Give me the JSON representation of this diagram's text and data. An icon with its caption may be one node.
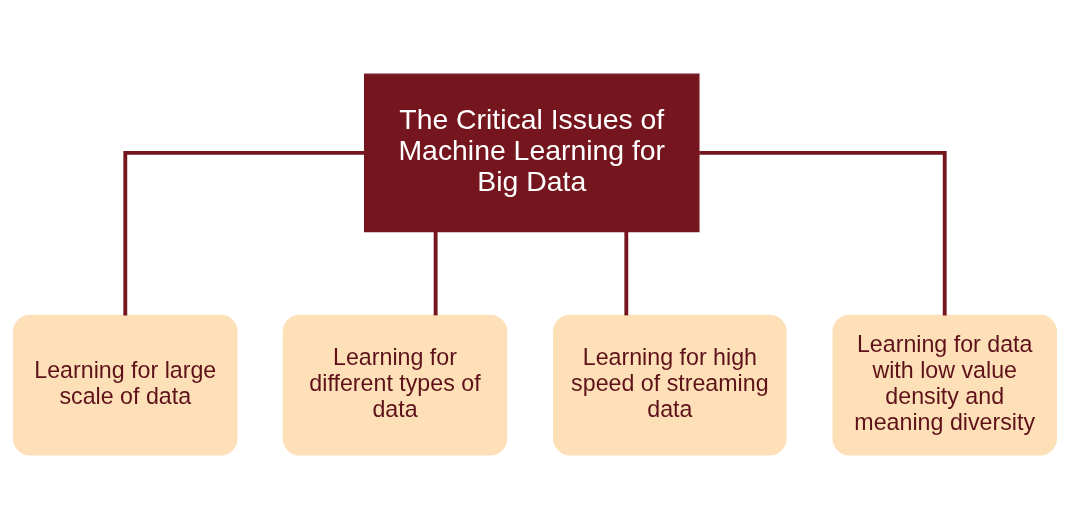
{
  "diagram": {
    "nodes": [
      {
        "text": [
          "The Critical Issues of Machine Learning for Big Data"
        ]
      },
      {
        "text": [
          "Learning for large scale of data"
        ]
      },
      {
        "text": [
          "Learning for different types of data"
        ]
      },
      {
        "text": [
          "Learning for high speed of streaming data"
        ]
      },
      {
        "text": [
          "Learning for data with low value density and meaning diversity"
        ]
      }
    ],
    "edges": [
      {
        "from": 0,
        "to": 1,
        "arrow": "none"
      },
      {
        "from": 0,
        "to": 2,
        "arrow": "none"
      },
      {
        "from": 0,
        "to": 3,
        "arrow": "none"
      },
      {
        "from": 0,
        "to": 4,
        "arrow": "none"
      }
    ]
  }
}
